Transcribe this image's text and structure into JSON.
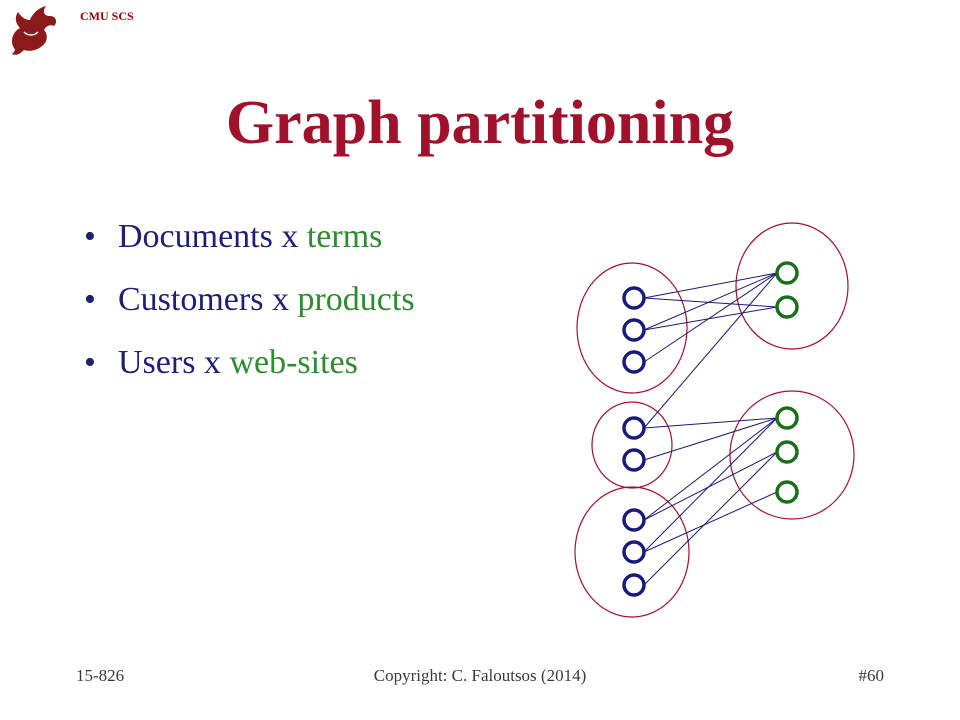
{
  "header": {
    "dept": "CMU SCS",
    "logo_icon": "dragon-icon"
  },
  "title": "Graph partitioning",
  "bullets": [
    {
      "obj": "Documents x",
      "attr": "terms"
    },
    {
      "obj": "Customers x",
      "attr": "products"
    },
    {
      "obj": "Users x",
      "attr": "web-sites"
    }
  ],
  "diagram": {
    "colors": {
      "left_nodes": "#1a1a7a",
      "right_nodes": "#1a6e1a",
      "groups": "#a0112c",
      "edges": "#1a1a7a"
    },
    "left_nodes": 8,
    "right_nodes": 5,
    "edges": [
      [
        0,
        0
      ],
      [
        0,
        1
      ],
      [
        1,
        0
      ],
      [
        1,
        1
      ],
      [
        2,
        0
      ],
      [
        3,
        0
      ],
      [
        3,
        2
      ],
      [
        4,
        2
      ],
      [
        5,
        2
      ],
      [
        5,
        3
      ],
      [
        6,
        2
      ],
      [
        6,
        4
      ],
      [
        7,
        3
      ]
    ]
  },
  "footer": {
    "course": "15-826",
    "copyright": "Copyright: C. Faloutsos (2014)",
    "slide": "#60"
  }
}
